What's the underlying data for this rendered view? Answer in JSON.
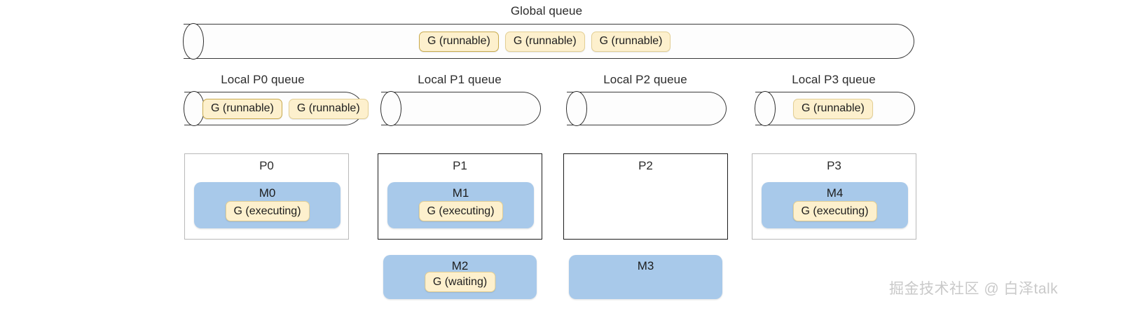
{
  "diagram": {
    "title_global": "Global queue",
    "watermark": "掘金技术社区 @ 白泽talk",
    "colors": {
      "chip_fill": "#fdf0cd",
      "chip_border": "#e3cf94",
      "chip_border_strong": "#c9ab4e",
      "m_fill": "#a8c9ea",
      "p_border_light": "#b9b9b9",
      "p_border_dark": "#1c1c1c",
      "cylinder_border": "#3a3a3a",
      "watermark": "#c9c9c9"
    },
    "global_queue": {
      "label": "Global queue",
      "goroutines": [
        {
          "label": "G (runnable)",
          "emphasis": "strong"
        },
        {
          "label": "G (runnable)",
          "emphasis": "normal"
        },
        {
          "label": "G (runnable)",
          "emphasis": "normal"
        }
      ]
    },
    "local_queues": [
      {
        "label": "Local P0 queue",
        "goroutines": [
          {
            "label": "G (runnable)",
            "emphasis": "strong"
          },
          {
            "label": "G (runnable)",
            "emphasis": "normal"
          }
        ]
      },
      {
        "label": "Local P1 queue",
        "goroutines": []
      },
      {
        "label": "Local P2 queue",
        "goroutines": []
      },
      {
        "label": "Local P3 queue",
        "goroutines": [
          {
            "label": "G (runnable)",
            "emphasis": "normal"
          }
        ]
      }
    ],
    "processors": [
      {
        "label": "P0",
        "border": "light",
        "machine": {
          "label": "M0",
          "goroutine": "G (executing)"
        }
      },
      {
        "label": "P1",
        "border": "dark",
        "machine": {
          "label": "M1",
          "goroutine": "G (executing)"
        }
      },
      {
        "label": "P2",
        "border": "dark",
        "machine": null
      },
      {
        "label": "P3",
        "border": "light",
        "machine": {
          "label": "M4",
          "goroutine": "G (executing)"
        }
      }
    ],
    "detached_machines": [
      {
        "label": "M2",
        "goroutine": "G (waiting)",
        "column": 1
      },
      {
        "label": "M3",
        "goroutine": null,
        "column": 2
      }
    ]
  }
}
